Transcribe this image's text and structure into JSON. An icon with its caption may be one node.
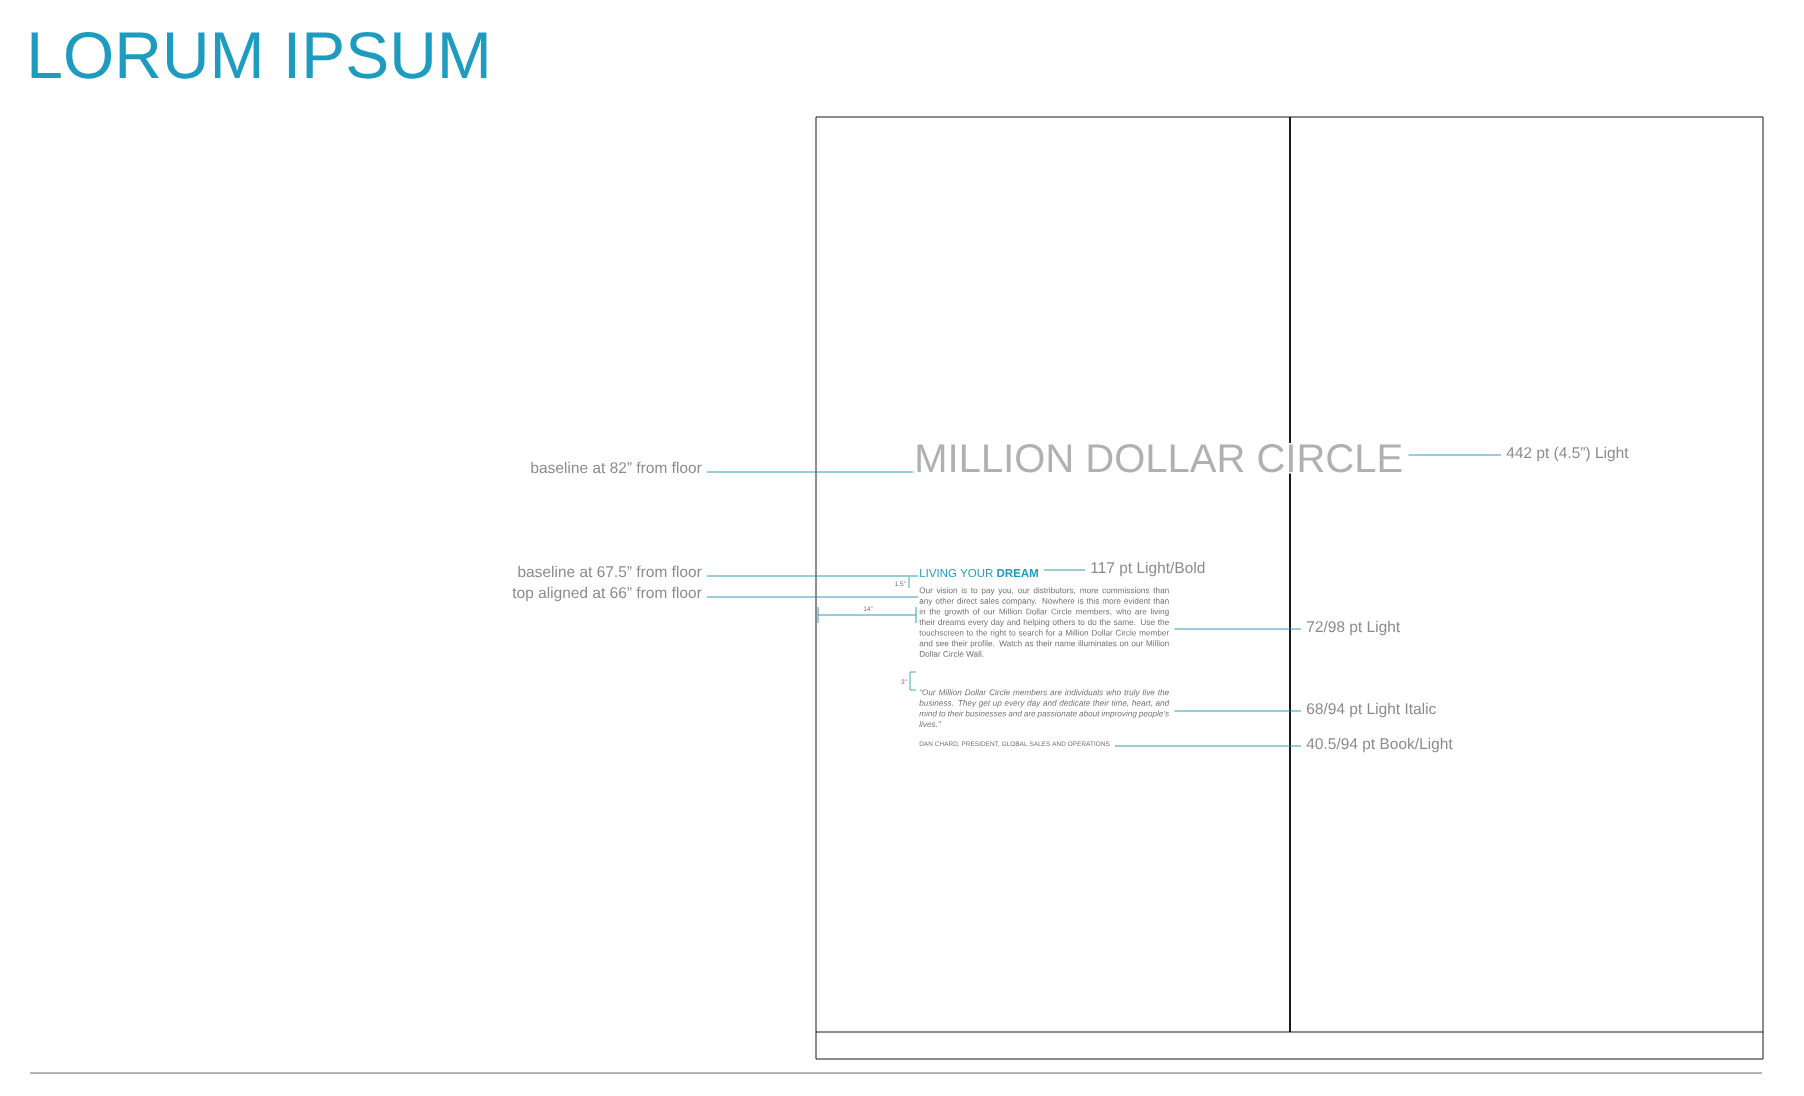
{
  "diagram": {
    "title": "LORUM IPSUM",
    "nodes": [
      {
        "text": [
          "baseline at 82” from floor"
        ]
      },
      {
        "text": [
          "MILLION DOLLAR CIRCLE"
        ]
      },
      {
        "text": [
          "442 pt (4.5”) Light"
        ]
      },
      {
        "text": [
          "baseline at 67.5” from floor"
        ]
      },
      {
        "text": [
          "top aligned at 66” from floor"
        ]
      },
      {
        "text": [
          "LIVING YOUR **DREAM**"
        ]
      },
      {
        "text": [
          "117 pt Light/Bold"
        ]
      },
      {
        "text": [
          "Our vision is to pay you, our distributors, more commissions than any other direct sales company. Nowhere is this more evident than in the growth of our Million Dollar Circle members, who are living their dreams every day and helping others to do the same. Use the touchscreen to the right to search for a Million Dollar Circle member and see their profile. Watch as their name illuminates on our Million Dollar Circle Wall."
        ]
      },
      {
        "text": [
          "72/98 pt Light"
        ]
      },
      {
        "text": [
          "“Our Million Dollar Circle members are individuals who truly live the business. They get up every day and dedicate their time, heart, and mind to their businesses and are passionate about improving people’s lives.”"
        ]
      },
      {
        "text": [
          "68/94 pt Light Italic"
        ]
      },
      {
        "text": [
          "DAN CHARD, PRESIDENT, GLOBAL SALES AND OPERATIONS"
        ]
      },
      {
        "text": [
          "40.5/94 pt Book/Light"
        ]
      }
    ],
    "edges": [
      {
        "from": 0,
        "to": 1,
        "arrow": "none"
      },
      {
        "from": 2,
        "to": 1,
        "arrow": "none"
      },
      {
        "from": 3,
        "to": 5,
        "arrow": "none"
      },
      {
        "from": 4,
        "to": 7,
        "arrow": "none"
      },
      {
        "from": 6,
        "to": 5,
        "arrow": "none"
      },
      {
        "from": 8,
        "to": 7,
        "arrow": "none"
      },
      {
        "from": 10,
        "to": 9,
        "arrow": "none"
      },
      {
        "from": 12,
        "to": 11,
        "arrow": "none"
      }
    ],
    "labels": [
      "1.5”",
      "14”",
      "3”"
    ]
  }
}
